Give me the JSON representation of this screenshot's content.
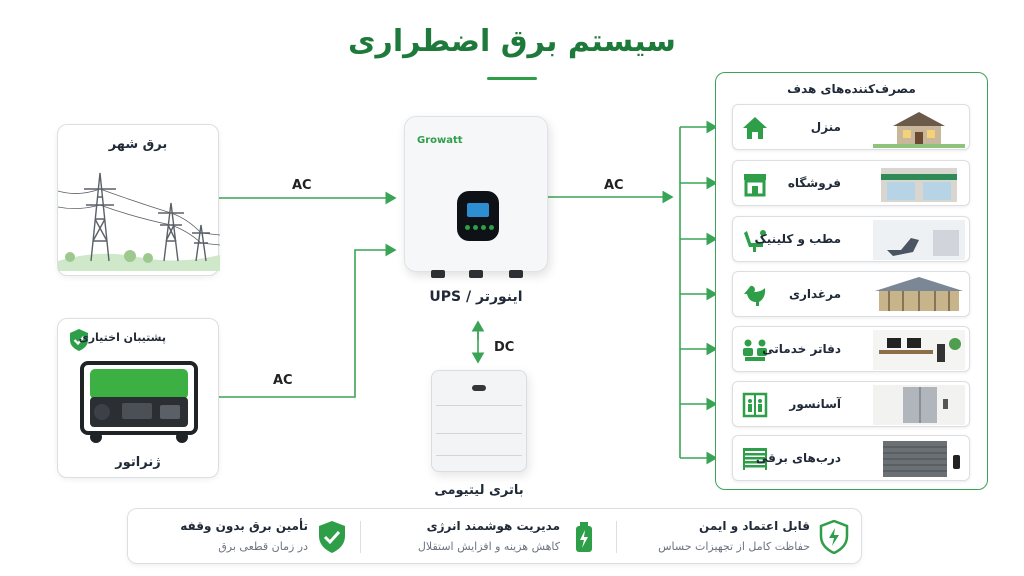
{
  "title": "سیستم برق اضطراری",
  "sources": {
    "city": {
      "label": "برق شهر",
      "flow": "AC"
    },
    "generator": {
      "label": "ژنراتور",
      "badge": "پشتیبان اختیاری",
      "flow": "AC"
    }
  },
  "inverter": {
    "brand": "Growatt",
    "label": "اینورتر / UPS",
    "flow_out": "AC"
  },
  "battery": {
    "label": "باتری لیتیومی",
    "flow": "DC"
  },
  "consumers": {
    "title": "مصرف‌کننده‌های هدف",
    "items": [
      {
        "label": "منزل",
        "icon": "house-icon"
      },
      {
        "label": "فروشگاه",
        "icon": "shop-icon"
      },
      {
        "label": "مطب و کلینیک",
        "icon": "dental-chair-icon"
      },
      {
        "label": "مرغداری",
        "icon": "rooster-icon"
      },
      {
        "label": "دفاتر خدماتی",
        "icon": "office-people-icon"
      },
      {
        "label": "آسانسور",
        "icon": "elevator-icon"
      },
      {
        "label": "درب‌های برقی",
        "icon": "shutter-icon"
      }
    ]
  },
  "features": [
    {
      "title": "قابل اعتماد و ایمن",
      "subtitle": "حفاظت کامل از تجهیزات حساس",
      "icon": "shield-bolt-icon"
    },
    {
      "title": "مدیریت هوشمند انرژی",
      "subtitle": "کاهش هزینه و افزایش استقلال",
      "icon": "battery-bolt-icon"
    },
    {
      "title": "تأمین برق بدون وقفه",
      "subtitle": "در زمان قطعی برق",
      "icon": "shield-check-icon"
    }
  ],
  "colors": {
    "accent": "#2e9e48",
    "title": "#1e7a3a",
    "line": "#3aa456"
  }
}
